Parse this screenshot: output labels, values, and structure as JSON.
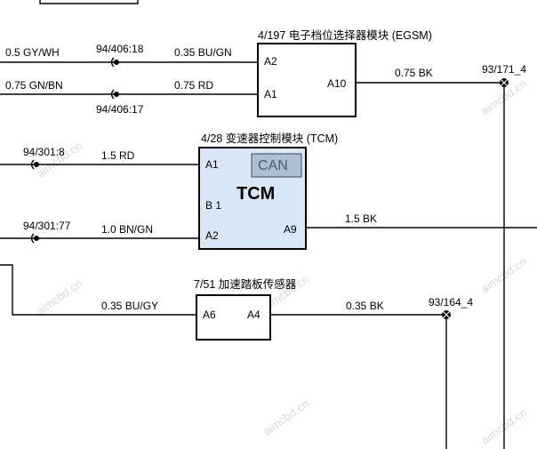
{
  "colors": {
    "tcm_fill": "#d8e6f6",
    "can_fill": "#aebfd4",
    "wire": "#000000",
    "watermark": "#d8d8d8"
  },
  "modules": {
    "egsm": {
      "title": "4/197 电子档位选择器模块 (EGSM)",
      "pins": {
        "a2": "A2",
        "a1": "A1",
        "a10": "A10"
      }
    },
    "tcm": {
      "title": "4/28 变速器控制模块 (TCM)",
      "name": "TCM",
      "can_label": "CAN",
      "pins": {
        "a1": "A1",
        "b1": "B 1",
        "a2": "A2",
        "a9": "A9"
      }
    },
    "pedal": {
      "title": "7/51 加速踏板传感器",
      "pins": {
        "a6": "A6",
        "a4": "A4"
      }
    }
  },
  "wires": {
    "egsm_in_top_left": "0.5 GY/WH",
    "egsm_in_top_right": "0.35 BU/GN",
    "egsm_in_bottom_left": "0.75 GN/BN",
    "egsm_in_bottom_right": "0.75 RD",
    "egsm_out": "0.75 BK",
    "tcm_in_top": "1.5 RD",
    "tcm_in_bottom": "1.0 BN/GN",
    "tcm_out": "1.5 BK",
    "pedal_in": "0.35 BU/GY",
    "pedal_out": "0.35 BK"
  },
  "connectors": {
    "c_94_406_18": "94/406:18",
    "c_94_406_17": "94/406:17",
    "c_94_301_8": "94/301:8",
    "c_94_301_77": "94/301:77"
  },
  "splices": {
    "s_93_171_4": "93/171_4",
    "s_93_164_4": "93/164_4"
  },
  "watermark": "aimcbd.cn"
}
